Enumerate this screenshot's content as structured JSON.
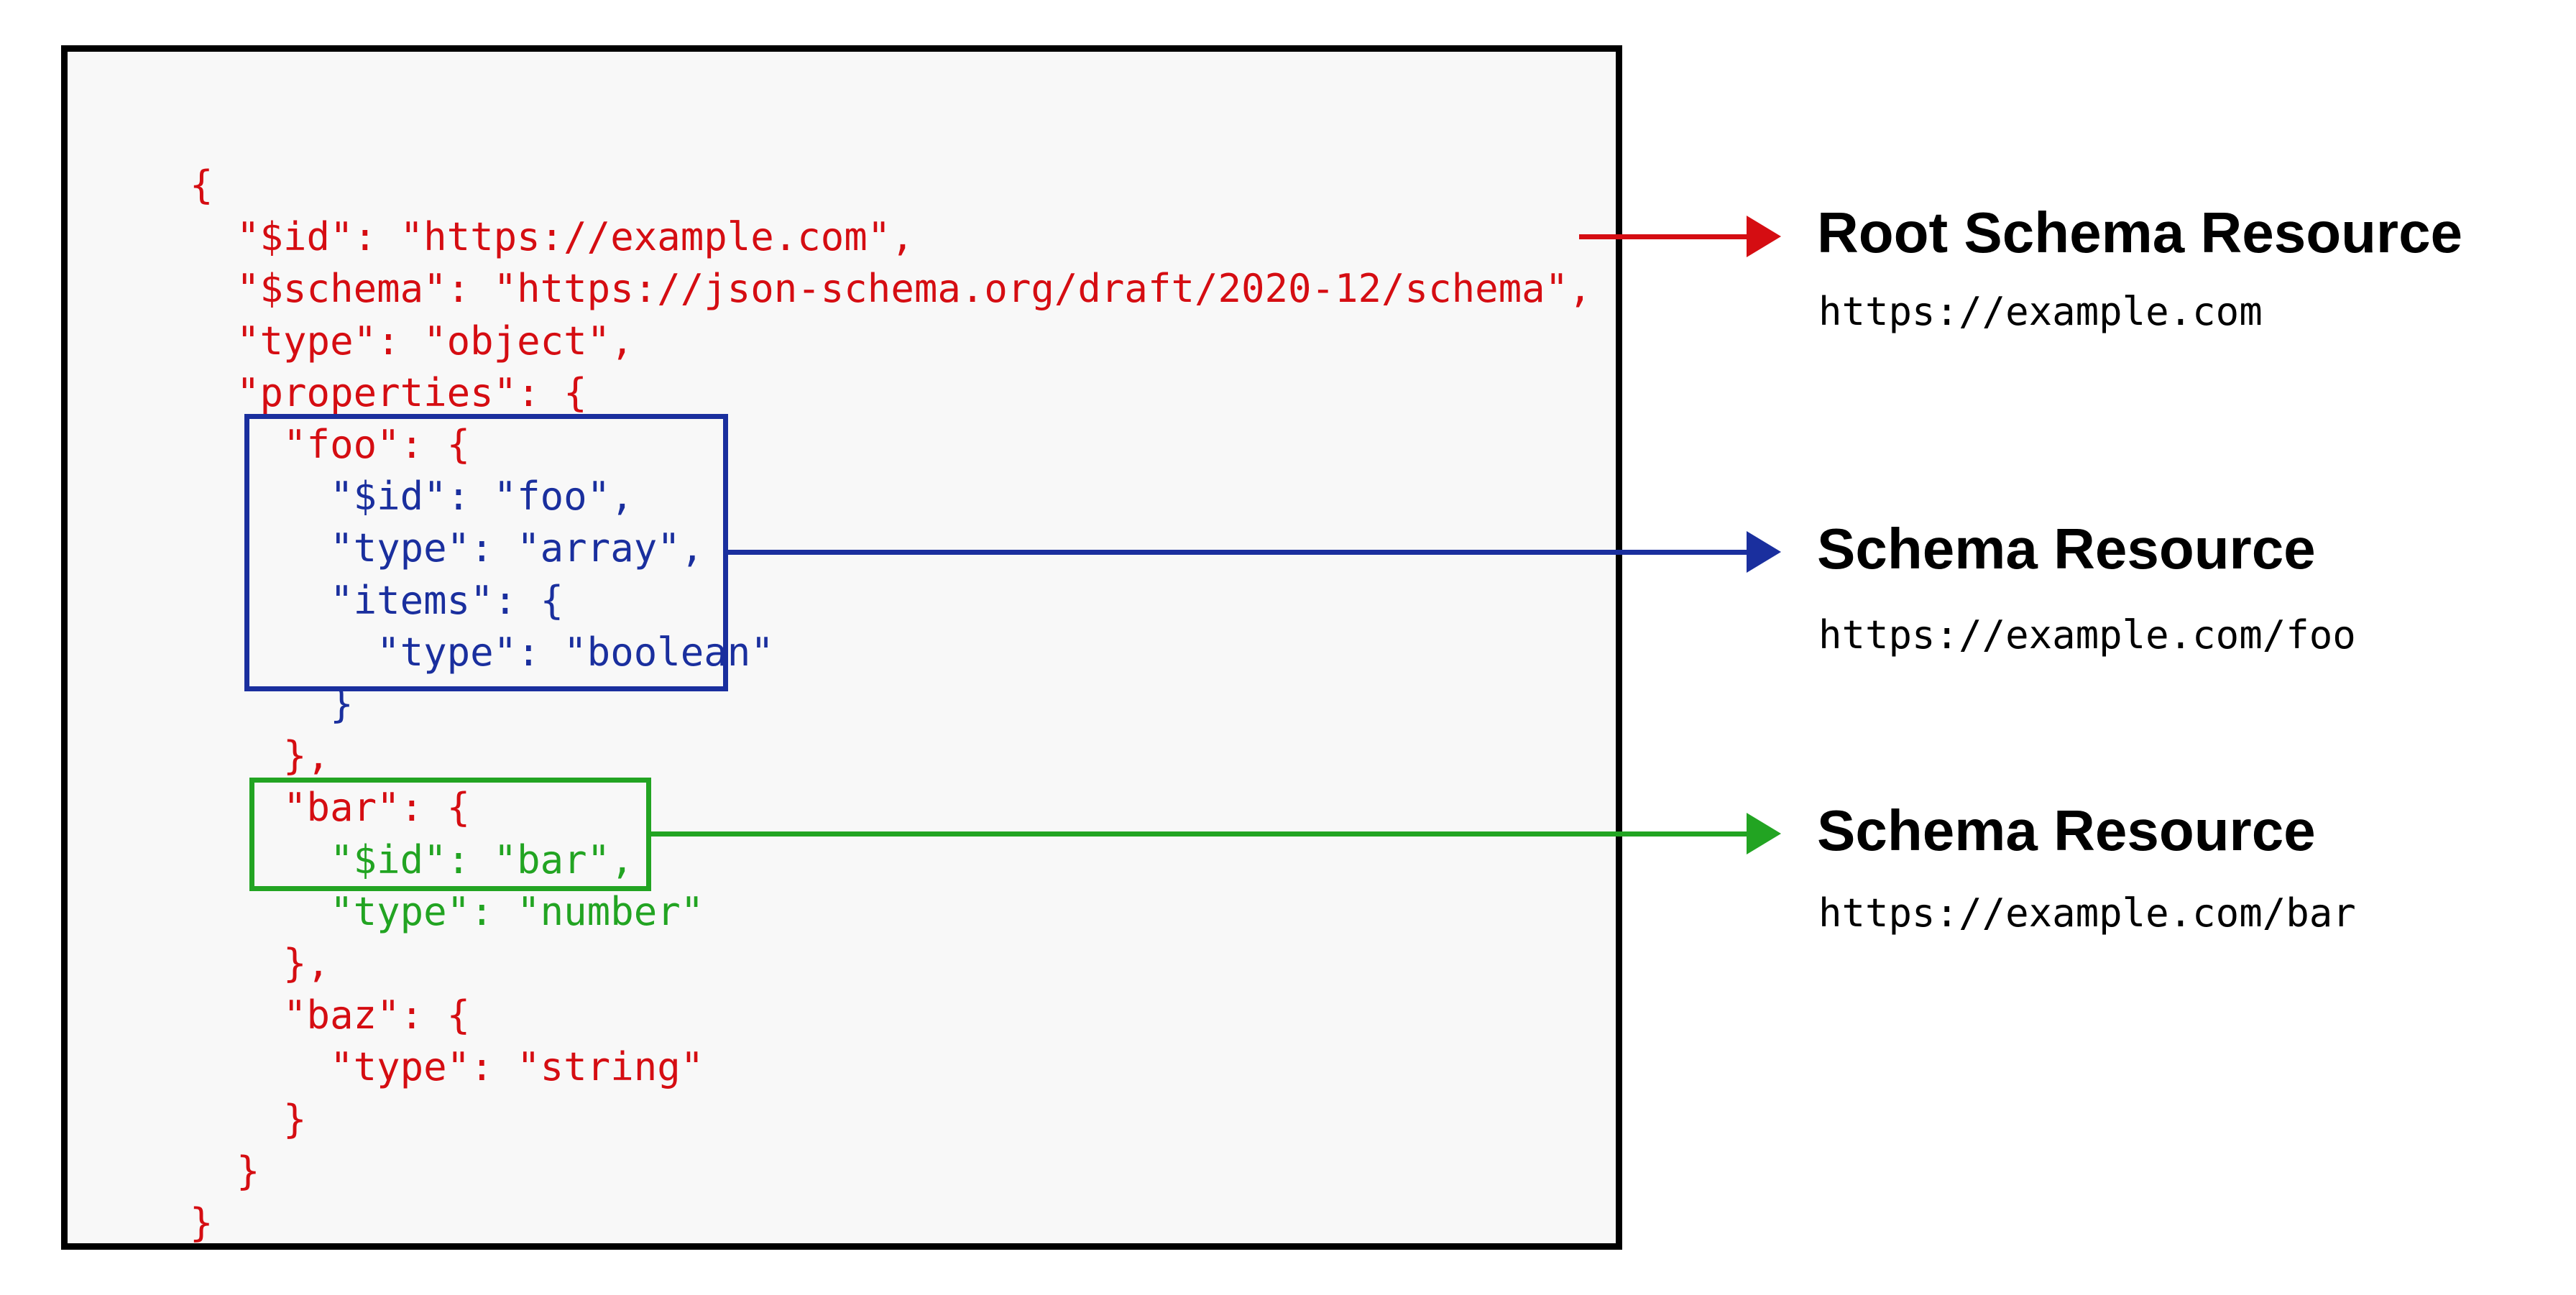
{
  "colors": {
    "red": "#d50d12",
    "blue": "#1a2f9e",
    "green": "#22a422",
    "black": "#000000",
    "panel_bg": "#f8f8f8",
    "page_bg": "#ffffff"
  },
  "code": {
    "lines": [
      {
        "text": "{",
        "color": "red"
      },
      {
        "text": "  \"$id\": \"https://example.com\",",
        "color": "red"
      },
      {
        "text": "  \"$schema\": \"https://json-schema.org/draft/2020-12/schema\",",
        "color": "red"
      },
      {
        "text": "  \"type\": \"object\",",
        "color": "red"
      },
      {
        "text": "  \"properties\": {",
        "color": "red"
      },
      {
        "text": "    \"foo\": {",
        "color": "red"
      },
      {
        "text": "      \"$id\": \"foo\",",
        "color": "blue"
      },
      {
        "text": "      \"type\": \"array\",",
        "color": "blue"
      },
      {
        "text": "      \"items\": {",
        "color": "blue"
      },
      {
        "text": "        \"type\": \"boolean\"",
        "color": "blue"
      },
      {
        "text": "      }",
        "color": "blue"
      },
      {
        "text": "    },",
        "color": "red"
      },
      {
        "text": "    \"bar\": {",
        "color": "red"
      },
      {
        "text": "      \"$id\": \"bar\",",
        "color": "green"
      },
      {
        "text": "      \"type\": \"number\"",
        "color": "green"
      },
      {
        "text": "    },",
        "color": "red"
      },
      {
        "text": "    \"baz\": {",
        "color": "red"
      },
      {
        "text": "      \"type\": \"string\"",
        "color": "red"
      },
      {
        "text": "    }",
        "color": "red"
      },
      {
        "text": "  }",
        "color": "red"
      },
      {
        "text": "}",
        "color": "red"
      }
    ]
  },
  "annotations": [
    {
      "title": "Root Schema Resource",
      "url": "https://example.com"
    },
    {
      "title": "Schema Resource",
      "url": "https://example.com/foo"
    },
    {
      "title": "Schema Resource",
      "url": "https://example.com/bar"
    }
  ]
}
